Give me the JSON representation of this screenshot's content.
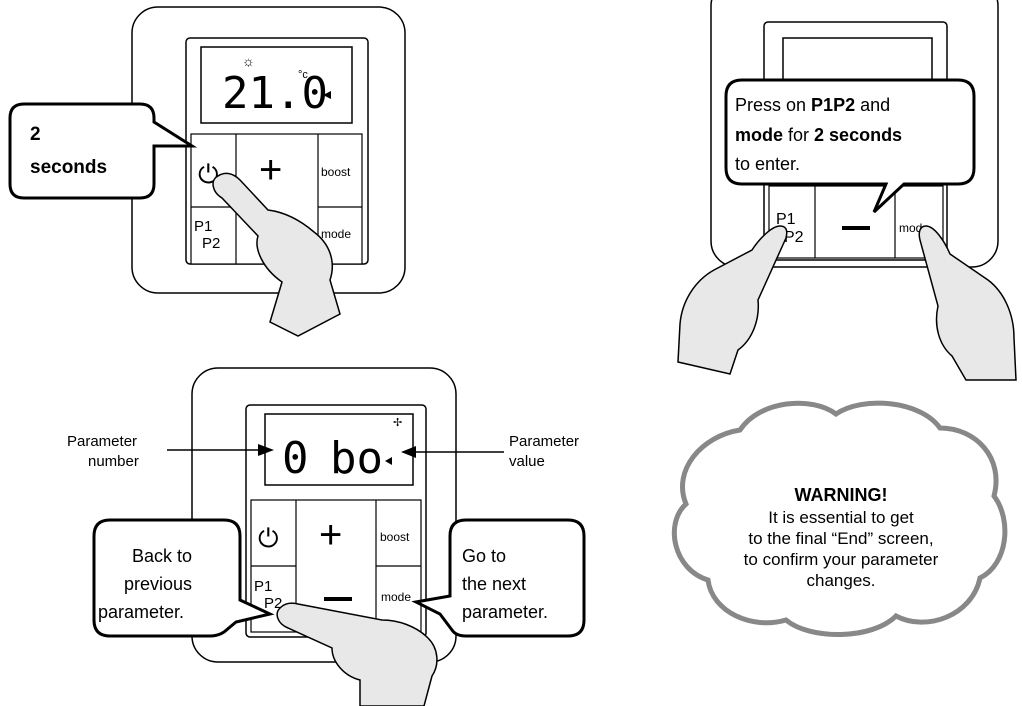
{
  "panel1": {
    "lcd_temp": "21.0",
    "lcd_unit": "°c",
    "callout_line1": "2",
    "callout_line2": "seconds",
    "buttons": {
      "power": "⏻",
      "plus": "+",
      "boost": "boost",
      "p1": "P1",
      "p2": "P2",
      "mode": "mode"
    }
  },
  "panel2": {
    "callout_line1_a": "Press on ",
    "callout_line1_b": "P1P2",
    "callout_line1_c": " and",
    "callout_line2_a": "mode",
    "callout_line2_b": " for ",
    "callout_line2_c": "2 seconds",
    "callout_line3": "to enter.",
    "buttons": {
      "p1": "P1",
      "p2": "P2",
      "minus": "—",
      "mode": "mode"
    }
  },
  "panel3": {
    "lcd_number": "0",
    "lcd_value": "bo",
    "label_left_1": "Parameter",
    "label_left_2": "number",
    "label_right_1": "Parameter",
    "label_right_2": "value",
    "callout_left": [
      "Back to",
      "previous",
      "parameter."
    ],
    "callout_right": [
      "Go to",
      "the next",
      "parameter."
    ],
    "buttons": {
      "power": "⏻",
      "plus": "+",
      "boost": "boost",
      "p1": "P1",
      "p2": "P2",
      "minus": "—",
      "mode": "mode"
    }
  },
  "warning": {
    "title": "WARNING!",
    "lines": [
      "It is essential to get",
      "to the final “End” screen,",
      "to confirm your parameter",
      "changes."
    ]
  }
}
